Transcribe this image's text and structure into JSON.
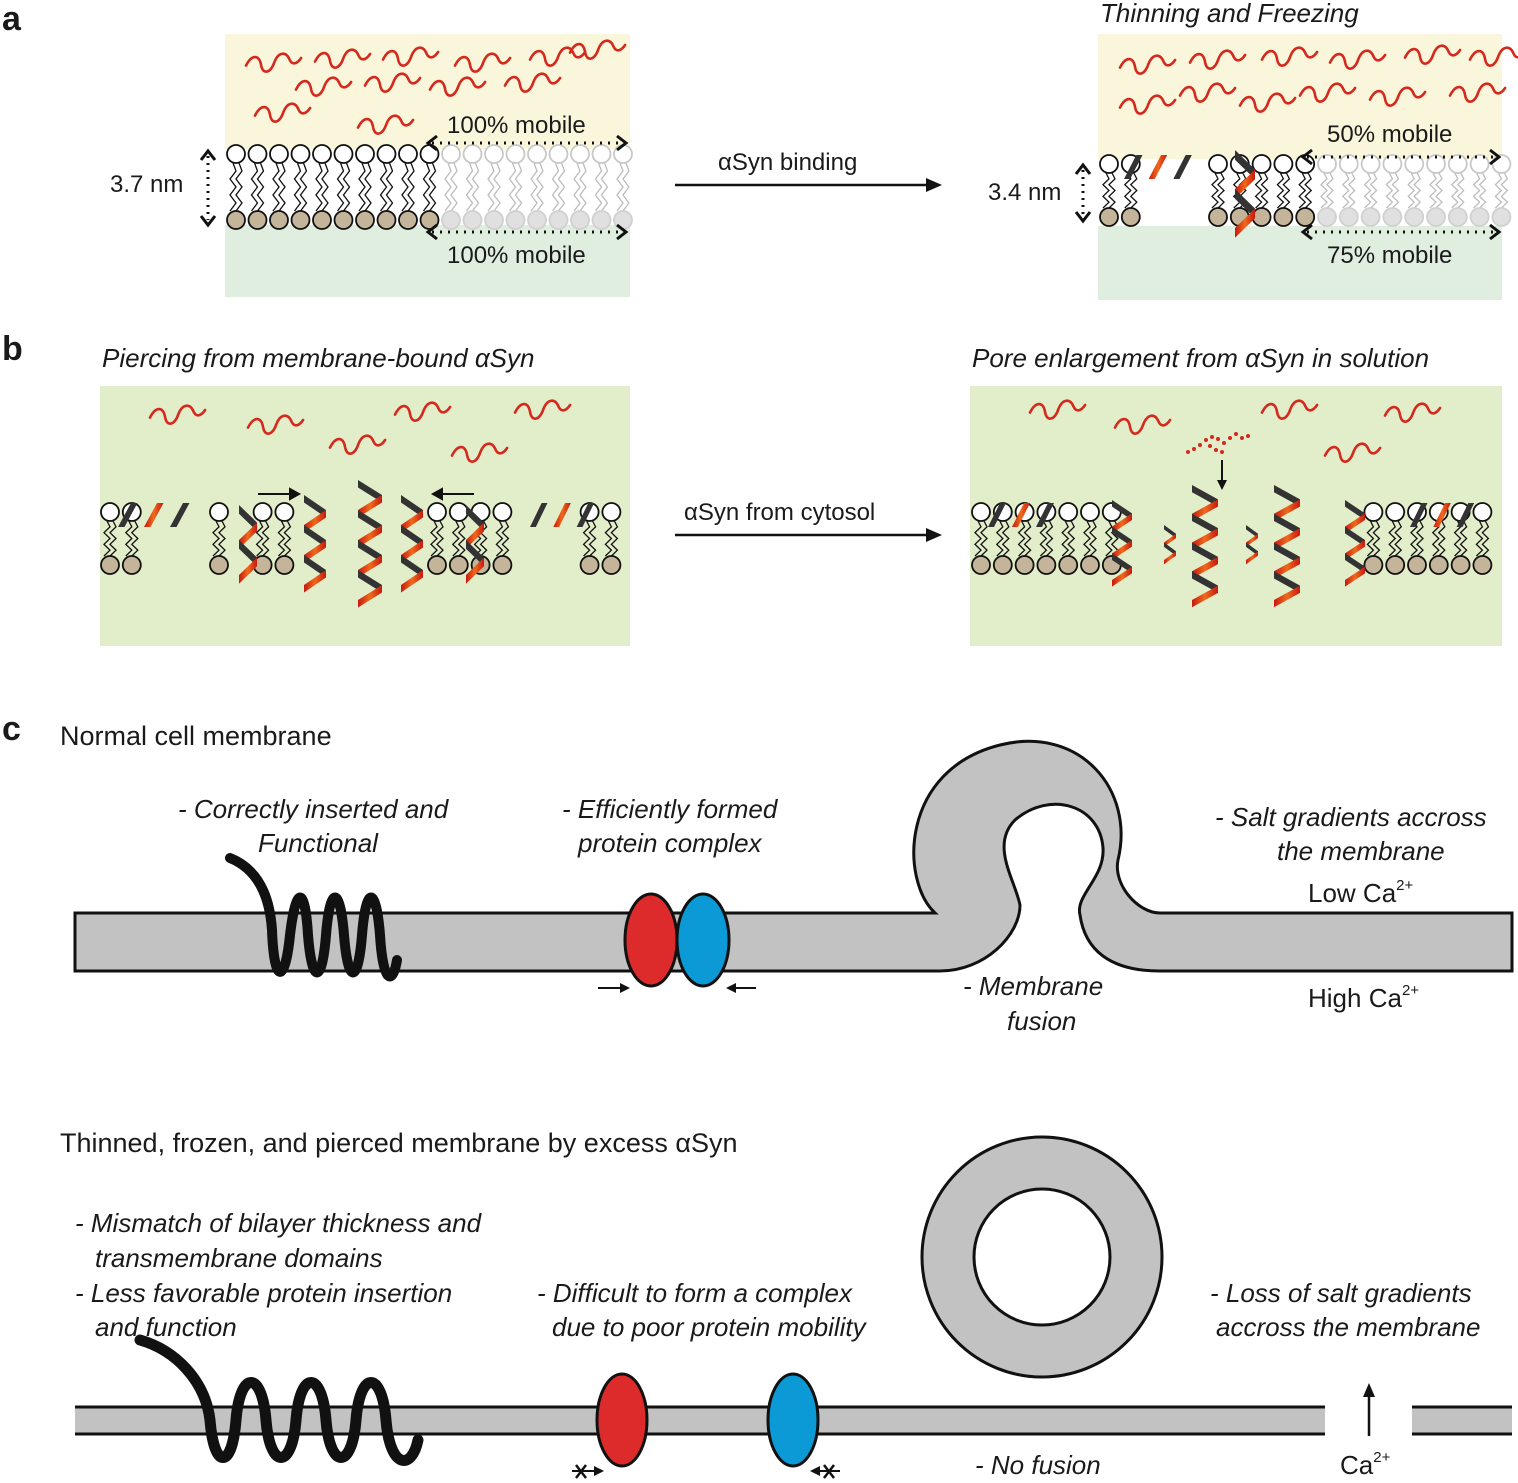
{
  "panels": {
    "a": {
      "letter": "a",
      "right_title": "Thinning and Freezing",
      "left_thickness": "3.7 nm",
      "right_thickness": "3.4 nm",
      "left_top_mobile": "100% mobile",
      "left_bottom_mobile": "100% mobile",
      "right_top_mobile": "50% mobile",
      "right_bottom_mobile": "75% mobile",
      "arrow_label": "αSyn binding"
    },
    "b": {
      "letter": "b",
      "left_title": "Piercing from membrane-bound αSyn",
      "right_title": "Pore enlargement from αSyn in solution",
      "arrow_label": "αSyn from cytosol"
    },
    "c": {
      "letter": "c",
      "normal": {
        "title": "Normal cell membrane",
        "protein_note_1": "- Correctly inserted and",
        "protein_note_2": "Functional",
        "complex_note_1": "- Efficiently formed",
        "complex_note_2": "protein complex",
        "fusion_note_1": "- Membrane",
        "fusion_note_2": "fusion",
        "salt_note_1": "- Salt gradients accross",
        "salt_note_2": "the membrane",
        "low_ca": "Low Ca",
        "high_ca": "High Ca",
        "ca_superscript": "2+"
      },
      "thinned": {
        "title": "Thinned, frozen, and pierced membrane by excess αSyn",
        "mismatch_1": "- Mismatch of bilayer thickness and",
        "mismatch_2": "transmembrane domains",
        "insertion_1": "- Less favorable protein insertion",
        "insertion_2": "and function",
        "complex_1": "- Difficult to form a complex",
        "complex_2": "due to poor protein mobility",
        "no_fusion": "- No fusion",
        "salt_1": "- Loss of salt gradients",
        "salt_2": "accross the membrane",
        "ca": "Ca",
        "ca_superscript": "2+"
      }
    }
  },
  "colors": {
    "cytosol_yellow": "#faf6dc",
    "lumen_green": "#dfeedf",
    "panel_b_green": "#e2edca",
    "helix_red": "#d42a1e",
    "helix_dark": "#3a3a3a",
    "protein_red": "#dd2b2b",
    "protein_blue": "#0c9ad6",
    "membrane_gray": "#c2c2c2",
    "head_tan": "#c4b49a"
  }
}
